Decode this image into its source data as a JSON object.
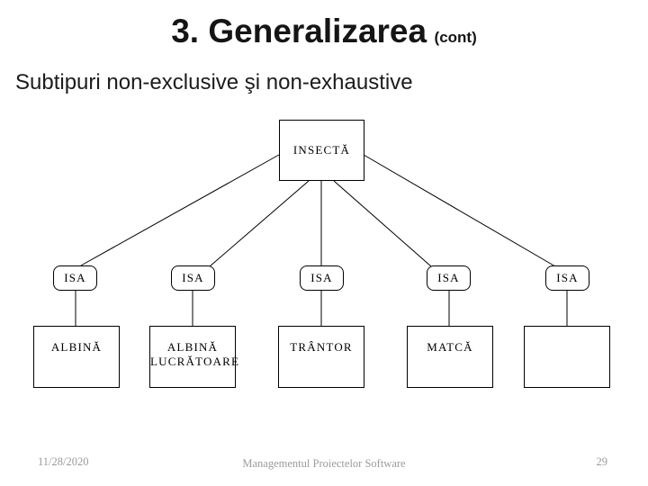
{
  "slide": {
    "title": "3. Generalizarea",
    "title_suffix": "(cont)",
    "subtitle": "Subtipuri non-exclusive şi non-exhaustive"
  },
  "diagram": {
    "root": {
      "label": "INSECTĂ"
    },
    "isa_nodes": [
      {
        "label": "ISA"
      },
      {
        "label": "ISA"
      },
      {
        "label": "ISA"
      },
      {
        "label": "ISA"
      },
      {
        "label": "ISA"
      }
    ],
    "leaf_nodes": [
      {
        "label": "ALBINĂ"
      },
      {
        "label": "ALBINĂ LUCRĂTOARE"
      },
      {
        "label": "TRÂNTOR"
      },
      {
        "label": "MATCĂ"
      },
      {
        "label": ""
      }
    ],
    "line_color": "#000000"
  },
  "footer": {
    "date": "11/28/2020",
    "center_text": "Managementul Proiectelor Software",
    "page_number": "29"
  }
}
